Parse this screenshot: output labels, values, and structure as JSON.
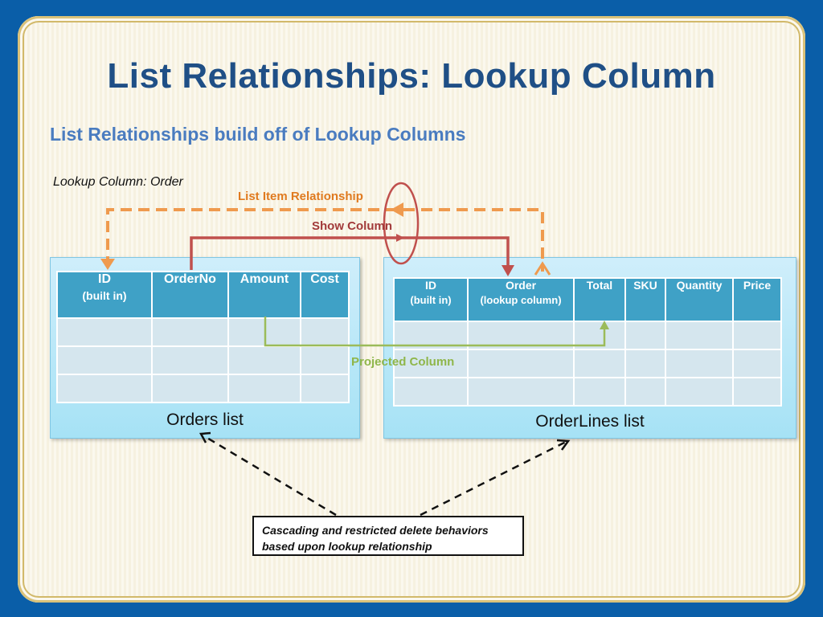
{
  "title": "List Relationships: Lookup Column",
  "subtitle": "List Relationships build off of Lookup Columns",
  "lookup_note": "Lookup Column: Order",
  "labels": {
    "list_item_relationship": "List Item Relationship",
    "show_column": "Show Column",
    "projected_column": "Projected Column"
  },
  "orders": {
    "caption": "Orders list",
    "columns": [
      {
        "name": "ID",
        "sub": "(built in)"
      },
      {
        "name": "OrderNo",
        "sub": ""
      },
      {
        "name": "Amount",
        "sub": ""
      },
      {
        "name": "Cost",
        "sub": ""
      }
    ],
    "row_count": 3
  },
  "orderlines": {
    "caption": "OrderLines list",
    "columns": [
      {
        "name": "ID",
        "sub": "(built in)"
      },
      {
        "name": "Order",
        "sub": "(lookup column)"
      },
      {
        "name": "Total",
        "sub": ""
      },
      {
        "name": "SKU",
        "sub": ""
      },
      {
        "name": "Quantity",
        "sub": ""
      },
      {
        "name": "Price",
        "sub": ""
      }
    ],
    "row_count": 3
  },
  "note": "Cascading and restricted delete behaviors based upon lookup relationship",
  "colors": {
    "relationship": "#ef9a4e",
    "show_column": "#c0504d",
    "projected": "#9bbb59",
    "header_fill": "#3fa1c6",
    "title": "#1f4f86"
  }
}
